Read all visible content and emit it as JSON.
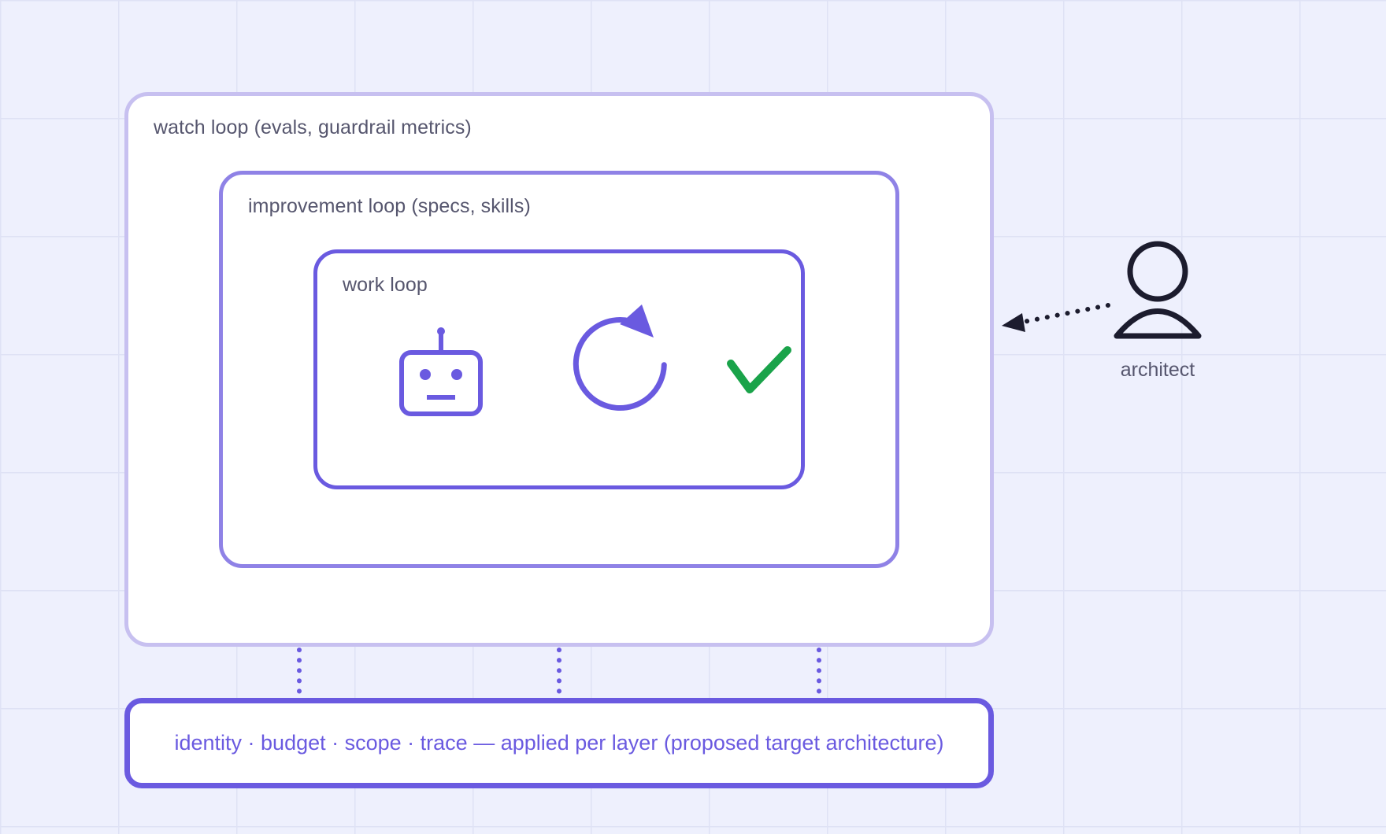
{
  "layers": {
    "watch": {
      "label": "watch loop (evals, guardrail metrics)"
    },
    "improvement": {
      "label": "improvement loop (specs, skills)"
    },
    "work": {
      "label": "work loop"
    }
  },
  "actor": {
    "label": "architect",
    "icon": "person-icon"
  },
  "work_icons": [
    "robot-icon",
    "refresh-cycle-icon",
    "check-icon"
  ],
  "guardrail": {
    "text": "identity · budget · scope · trace — applied per layer (proposed target architecture)"
  },
  "colors": {
    "background": "#eef0fd",
    "watch_border": "#c7c0f0",
    "improvement_border": "#8f82e6",
    "work_border": "#6a5ae0",
    "accent": "#6a5ae0",
    "check": "#1aa34a",
    "actor": "#1c1c2e",
    "label_text": "#56566e"
  }
}
